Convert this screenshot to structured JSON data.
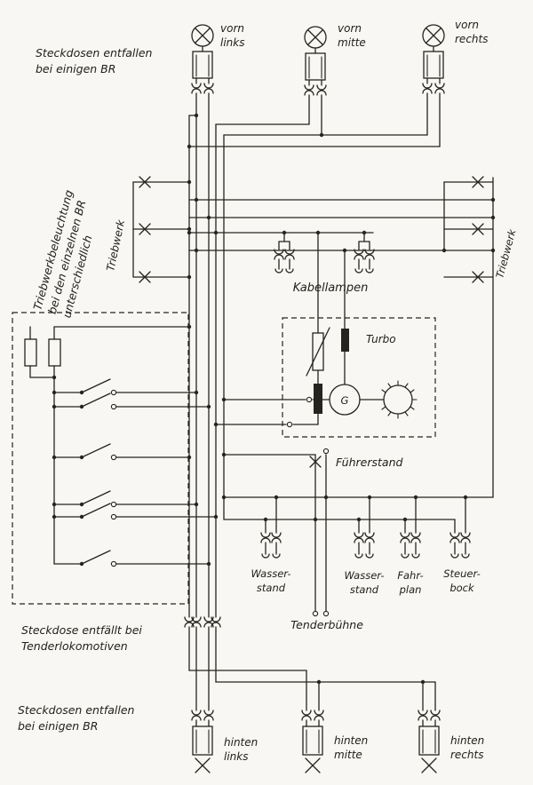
{
  "colors": {
    "ink": "#26241f",
    "paper": "#f8f7f3"
  },
  "notes": {
    "top": [
      "Steckdosen entfallen",
      "bei einigen BR"
    ],
    "triebwerk_note": [
      "Triebwerkbeleuchtung",
      "bei den einzelnen BR",
      "unterschiedlich"
    ],
    "tender": [
      "Steckdose entfällt bei",
      "Tenderlokomotiven"
    ],
    "bottom": [
      "Steckdosen entfallen",
      "bei einigen BR"
    ]
  },
  "lamps": {
    "front_left": [
      "vorn",
      "links"
    ],
    "front_middle": [
      "vorn",
      "mitte"
    ],
    "front_right": [
      "vorn",
      "rechts"
    ],
    "rear_left": [
      "hinten",
      "links"
    ],
    "rear_middle": [
      "hinten",
      "mitte"
    ],
    "rear_right": [
      "hinten",
      "rechts"
    ]
  },
  "sections": {
    "triebwerk_left": "Triebwerk",
    "triebwerk_right": "Triebwerk",
    "kabellampen": "Kabellampen",
    "turbo": "Turbo",
    "generator": "G",
    "fuehrerstand": "Führerstand",
    "tenderbuehne": "Tenderbühne"
  },
  "cab_labels": {
    "wasserstand1": [
      "Wasser-",
      "stand"
    ],
    "wasserstand2": [
      "Wasser-",
      "stand"
    ],
    "fahrplan": [
      "Fahr-",
      "plan"
    ],
    "steuerbock": [
      "Steuer-",
      "bock"
    ]
  }
}
